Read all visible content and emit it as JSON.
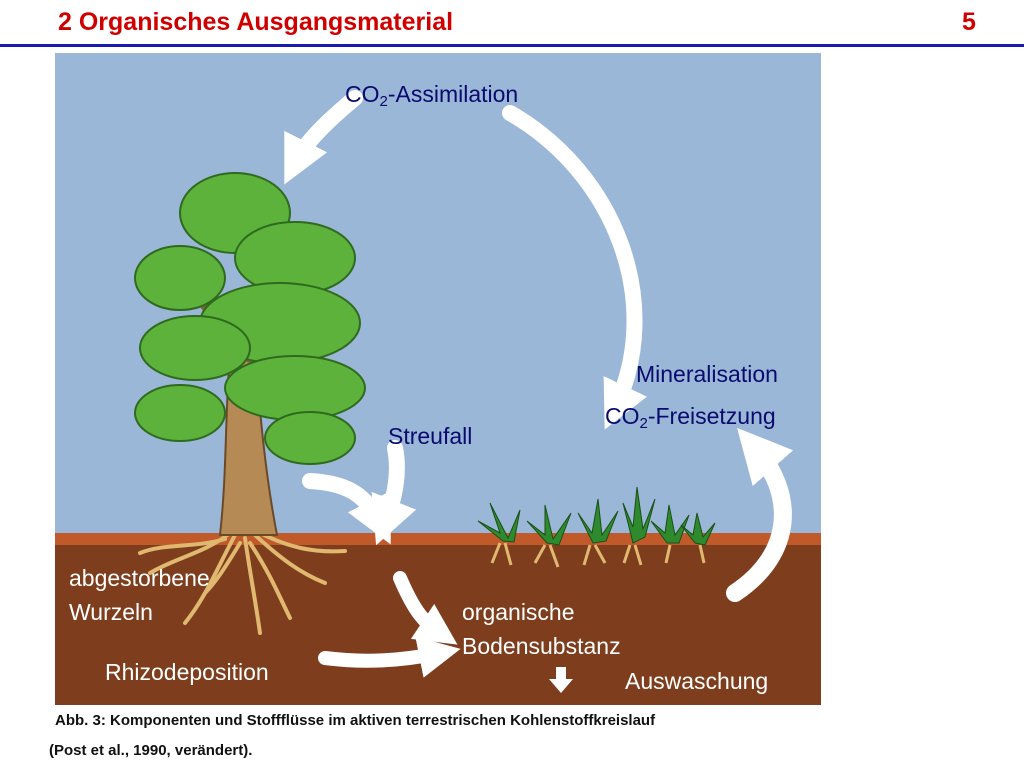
{
  "header": {
    "title": "2  Organisches Ausgangsmaterial",
    "slide_number": "5"
  },
  "diagram": {
    "labels": {
      "co2_prefix": "CO",
      "co2_sub": "2",
      "assimilation_suffix": "-Assimilation",
      "mineralisation": "Mineralisation",
      "freisetzung_suffix": "-Freisetzung",
      "streufall": "Streufall",
      "abgestorbene": "abgestorbene",
      "wurzeln": "Wurzeln",
      "organische": "organische",
      "bodensubstanz": "Bodensubstanz",
      "rhizodeposition": "Rhizodeposition",
      "auswaschung": "Auswaschung"
    },
    "colors": {
      "sky": "#9ab7d8",
      "soil": "#7e3e1e",
      "soil_surface": "#c05a2a",
      "foliage": "#5cb23a",
      "trunk": "#b58a55",
      "roots": "#e0b870",
      "arrow": "#ffffff",
      "label_dark": "#0a0a6e",
      "title_red": "#d10000",
      "rule_blue": "#1a1ab0"
    }
  },
  "caption": {
    "line1": "Abb. 3: Komponenten und Stoffflüsse im aktiven terrestrischen Kohlenstoffkreislauf",
    "line2": "(Post et al., 1990, verändert)."
  }
}
